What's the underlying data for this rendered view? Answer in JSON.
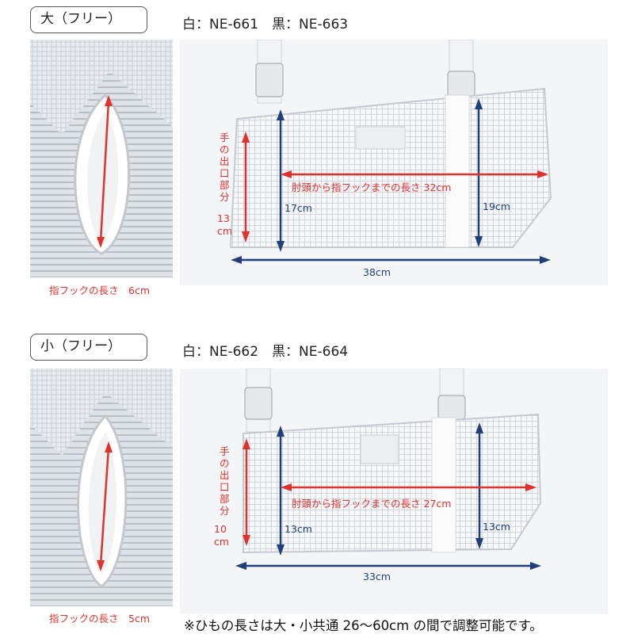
{
  "colors": {
    "measure_red": "#e0322c",
    "measure_blue": "#1f3f7a",
    "tag_border": "#555555"
  },
  "large": {
    "size_tag": "大（フリー）",
    "models": "白：NE-661　黒：NE-663",
    "hook_caption": "指フックの長さ　6cm",
    "hand_opening_label": "手の出口部分",
    "hand_opening_value": "13",
    "hand_opening_unit": "cm",
    "elbow_to_hook": "肘頭から指フックまでの長さ 32cm",
    "left_height": "17cm",
    "right_height": "19cm",
    "width": "38cm"
  },
  "small": {
    "size_tag": "小（フリー）",
    "models": "白：NE-662　黒：NE-664",
    "hook_caption": "指フックの長さ　5cm",
    "hand_opening_label": "手の出口部分",
    "hand_opening_value": "10",
    "hand_opening_unit": "cm",
    "elbow_to_hook": "肘頭から指フックまでの長さ 27cm",
    "left_height": "13cm",
    "right_height": "13cm",
    "width": "33cm"
  },
  "strap_note": "※ひもの長さは大・小共通 26～60cm の間で調整可能です。"
}
